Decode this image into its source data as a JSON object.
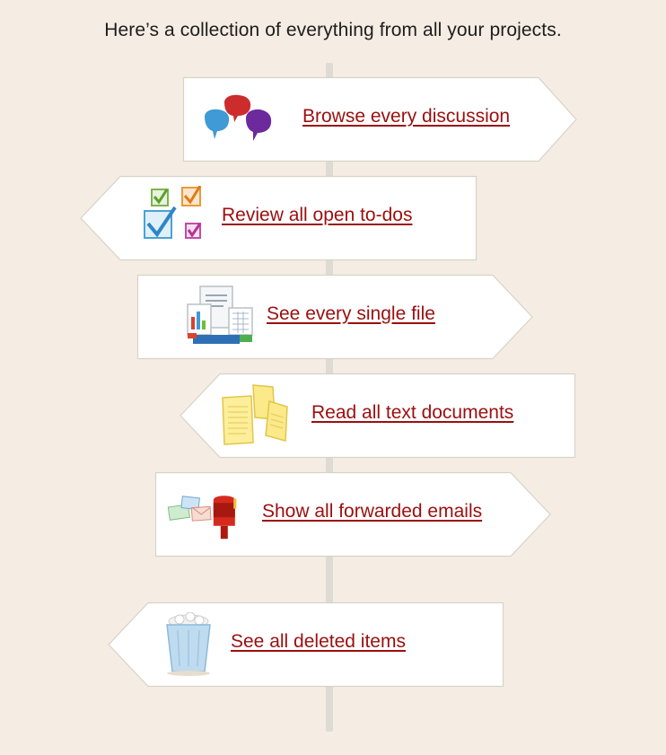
{
  "intro": "Here’s a collection of everything from all your projects.",
  "signs": [
    {
      "label": "Browse every discussion",
      "icon": "speech-bubbles-icon"
    },
    {
      "label": "Review all open to-dos",
      "icon": "checkbox-todos-icon"
    },
    {
      "label": "See every single file",
      "icon": "files-icon"
    },
    {
      "label": "Read all text documents",
      "icon": "text-documents-icon"
    },
    {
      "label": "Show all forwarded emails",
      "icon": "mailbox-icon"
    },
    {
      "label": "See all deleted items",
      "icon": "trash-can-icon"
    }
  ],
  "colors": {
    "background": "#f5ede3",
    "link": "#9b0f0f",
    "sign_fill": "#ffffff",
    "pole": "#dedad4"
  }
}
